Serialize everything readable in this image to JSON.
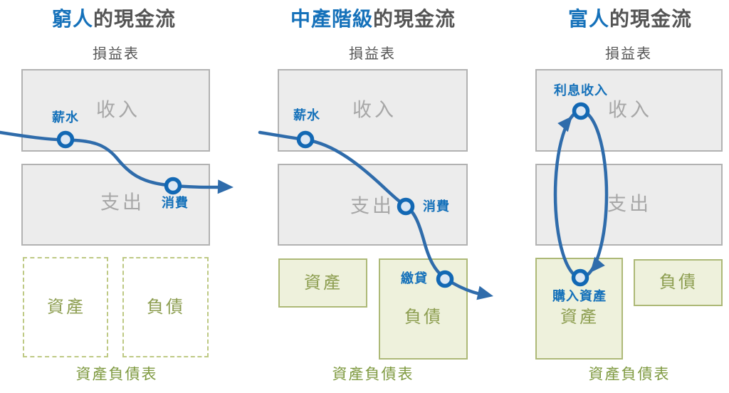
{
  "colors": {
    "accent_blue": "#1571ba",
    "flow_blue": "#2f6cab",
    "title_gray": "#545454",
    "gray_box_fill": "#ececec",
    "gray_box_border": "#b2b2b2",
    "big_label_gray": "#a7a7a7",
    "green_box_fill": "#eef1dc",
    "green_box_border": "#adb977",
    "dashed_border_green": "#bec984",
    "olive_text": "#8d9e51",
    "caption_green": "#7f9a41",
    "node_ring_blue": "#1268b4",
    "node_fill": "#dce7f3"
  },
  "panels": [
    {
      "id": "poor",
      "title_highlight": "窮人",
      "title_rest": "的現金流",
      "statement_label": "損益表",
      "income_label": "收入",
      "expense_label": "支出",
      "asset_label": "資產",
      "liability_label": "負債",
      "balance_sheet_label": "資產負債表",
      "node_labels": {
        "salary": "薪水",
        "consume": "消費"
      }
    },
    {
      "id": "middle-class",
      "title_highlight": "中產階級",
      "title_rest": "的現金流",
      "statement_label": "損益表",
      "income_label": "收入",
      "expense_label": "支出",
      "asset_label": "資產",
      "liability_label": "負債",
      "balance_sheet_label": "資產負債表",
      "node_labels": {
        "salary": "薪水",
        "consume": "消費",
        "loan": "繳貸"
      }
    },
    {
      "id": "rich",
      "title_highlight": "富人",
      "title_rest": "的現金流",
      "statement_label": "損益表",
      "income_label": "收入",
      "expense_label": "支出",
      "asset_label": "資產",
      "liability_label": "負債",
      "balance_sheet_label": "資產負債表",
      "node_labels": {
        "interest": "利息收入",
        "buy_assets": "購入資產"
      }
    }
  ]
}
